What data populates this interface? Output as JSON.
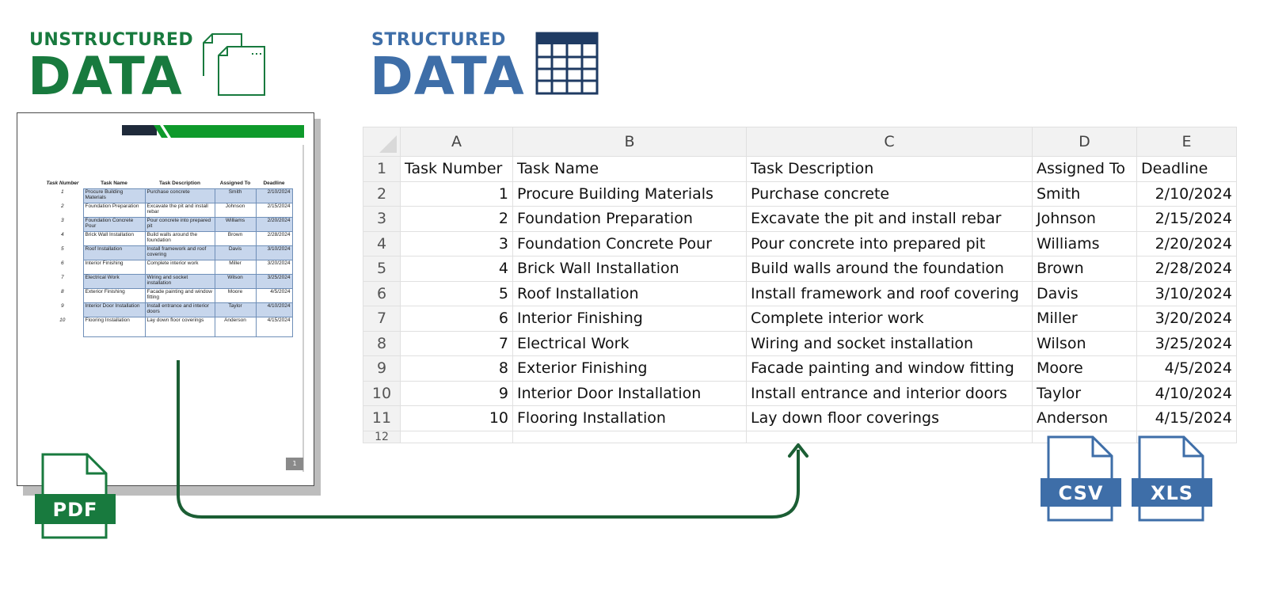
{
  "left_heading": {
    "top": "UNSTRUCTURED",
    "bottom": "DATA"
  },
  "right_heading": {
    "top": "STRUCTURED",
    "bottom": "DATA"
  },
  "colors": {
    "green": "#187a3e",
    "blue": "#3e6ea8",
    "navy": "#1f3b63"
  },
  "icons": {
    "left": "documents-icon",
    "right": "table-grid-icon"
  },
  "pdf": {
    "label": "PDF",
    "page_number": "1",
    "table": {
      "headers": [
        "Task Number",
        "Task Name",
        "Task Description",
        "Assigned To",
        "Deadline"
      ],
      "rows": [
        [
          "1",
          "Procure Building Materials",
          "Purchase concrete",
          "Smith",
          "2/10/2024"
        ],
        [
          "2",
          "Foundation Preparation",
          "Excavate the pit and install rebar",
          "Johnson",
          "2/15/2024"
        ],
        [
          "3",
          "Foundation Concrete Pour",
          "Pour concrete into prepared pit",
          "Williams",
          "2/20/2024"
        ],
        [
          "4",
          "Brick Wall Installation",
          "Build walls around the foundation",
          "Brown",
          "2/28/2024"
        ],
        [
          "5",
          "Roof Installation",
          "Install framework and roof covering",
          "Davis",
          "3/10/2024"
        ],
        [
          "6",
          "Interior Finishing",
          "Complete interior work",
          "Miller",
          "3/20/2024"
        ],
        [
          "7",
          "Electrical Work",
          "Wiring and socket installation",
          "Wilson",
          "3/25/2024"
        ],
        [
          "8",
          "Exterior Finishing",
          "Facade painting and window fitting",
          "Moore",
          "4/5/2024"
        ],
        [
          "9",
          "Interior Door Installation",
          "Install entrance and interior doors",
          "Taylor",
          "4/10/2024"
        ],
        [
          "10",
          "Flooring Installation",
          "Lay down floor coverings",
          "Anderson",
          "4/15/2024"
        ]
      ]
    }
  },
  "spreadsheet": {
    "columns": [
      "A",
      "B",
      "C",
      "D",
      "E"
    ],
    "row_numbers": [
      "1",
      "2",
      "3",
      "4",
      "5",
      "6",
      "7",
      "8",
      "9",
      "10",
      "11",
      "12"
    ],
    "rows": [
      [
        "Task Number",
        "Task Name",
        "Task Description",
        "Assigned To",
        "Deadline"
      ],
      [
        "1",
        "Procure Building Materials",
        "Purchase concrete",
        "Smith",
        "2/10/2024"
      ],
      [
        "2",
        "Foundation Preparation",
        "Excavate the pit and install rebar",
        "Johnson",
        "2/15/2024"
      ],
      [
        "3",
        "Foundation Concrete Pour",
        "Pour concrete into prepared pit",
        "Williams",
        "2/20/2024"
      ],
      [
        "4",
        "Brick Wall Installation",
        "Build walls around the foundation",
        "Brown",
        "2/28/2024"
      ],
      [
        "5",
        "Roof Installation",
        "Install framework and roof covering",
        "Davis",
        "3/10/2024"
      ],
      [
        "6",
        "Interior Finishing",
        "Complete interior work",
        "Miller",
        "3/20/2024"
      ],
      [
        "7",
        "Electrical Work",
        "Wiring and socket installation",
        "Wilson",
        "3/25/2024"
      ],
      [
        "8",
        "Exterior Finishing",
        "Facade painting and window fitting",
        "Moore",
        "4/5/2024"
      ],
      [
        "9",
        "Interior Door Installation",
        "Install entrance and interior doors",
        "Taylor",
        "4/10/2024"
      ],
      [
        "10",
        "Flooring Installation",
        "Lay down floor coverings",
        "Anderson",
        "4/15/2024"
      ]
    ]
  },
  "exports": [
    {
      "label": "CSV"
    },
    {
      "label": "XLS"
    }
  ]
}
